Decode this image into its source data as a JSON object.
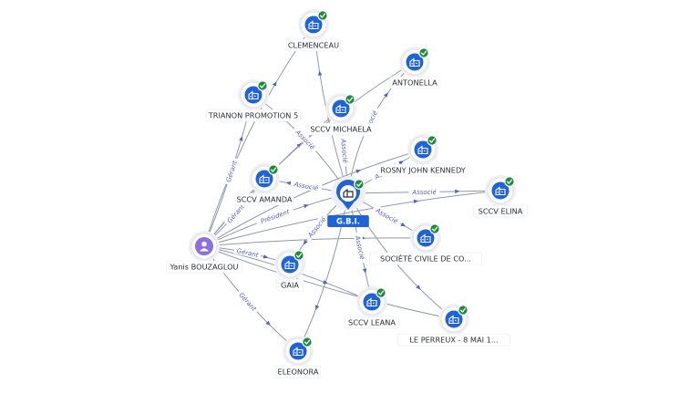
{
  "center": {
    "id": "gbi",
    "label": "G.B.I."
  },
  "nodes": [
    {
      "id": "gbi",
      "label": "G.B.I.",
      "kind": "company-center",
      "verified": true
    },
    {
      "id": "clemenceau",
      "label": "CLEMENCEAU",
      "kind": "company",
      "verified": true
    },
    {
      "id": "antonella",
      "label": "ANTONELLA",
      "kind": "company",
      "verified": true
    },
    {
      "id": "trianon",
      "label": "TRIANON PROMOTION 5",
      "kind": "company",
      "verified": true
    },
    {
      "id": "michaela",
      "label": "SCCV MICHAELA",
      "kind": "company",
      "verified": true
    },
    {
      "id": "rosny",
      "label": "ROSNY JOHN KENNEDY",
      "kind": "company",
      "verified": true
    },
    {
      "id": "amanda",
      "label": "SCCV AMANDA",
      "kind": "company",
      "verified": true
    },
    {
      "id": "elina",
      "label": "SCCV ELINA",
      "kind": "company",
      "verified": true
    },
    {
      "id": "civile",
      "label": "SOCIÉTÉ CIVILE DE CO...",
      "kind": "company",
      "verified": true
    },
    {
      "id": "yanis",
      "label": "Yanis BOUZAGLOU",
      "kind": "person",
      "verified": false
    },
    {
      "id": "gaia",
      "label": "GAIA",
      "kind": "company",
      "verified": true
    },
    {
      "id": "leana",
      "label": "SCCV LEANA",
      "kind": "company",
      "verified": true
    },
    {
      "id": "perreux",
      "label": "LE PERREUX - 8 MAI 1...",
      "kind": "company",
      "verified": true
    },
    {
      "id": "eleonora",
      "label": "ELEONORA",
      "kind": "company",
      "verified": true
    }
  ],
  "edges": [
    {
      "from": "gbi",
      "to": "michaela",
      "label": "Associé"
    },
    {
      "from": "gbi",
      "to": "rosny",
      "label": "Associé"
    },
    {
      "from": "gbi",
      "to": "elina",
      "label": "Associé"
    },
    {
      "from": "gbi",
      "to": "civile",
      "label": "Associé"
    },
    {
      "from": "gbi",
      "to": "leana",
      "label": "Associé"
    },
    {
      "from": "gbi",
      "to": "amanda",
      "label": "Associé"
    },
    {
      "from": "gbi",
      "to": "gaia",
      "label": "Associé"
    },
    {
      "from": "gbi",
      "to": "antonella",
      "label": "Associé"
    },
    {
      "from": "gbi",
      "to": "clemenceau",
      "label": ""
    },
    {
      "from": "gbi",
      "to": "trianon",
      "label": "Associé"
    },
    {
      "from": "gbi",
      "to": "perreux",
      "label": ""
    },
    {
      "from": "gbi",
      "to": "eleonora",
      "label": ""
    },
    {
      "from": "yanis",
      "to": "gbi",
      "label": "Président"
    },
    {
      "from": "yanis",
      "to": "trianon",
      "label": "Gérant"
    },
    {
      "from": "yanis",
      "to": "amanda",
      "label": "Gérant"
    },
    {
      "from": "yanis",
      "to": "gaia",
      "label": "Gérant"
    },
    {
      "from": "yanis",
      "to": "eleonora",
      "label": "Gérant"
    },
    {
      "from": "yanis",
      "to": "leana",
      "label": "Gérant"
    },
    {
      "from": "yanis",
      "to": "michaela",
      "label": "Gérant"
    },
    {
      "from": "yanis",
      "to": "elina",
      "label": ""
    },
    {
      "from": "yanis",
      "to": "civile",
      "label": ""
    },
    {
      "from": "yanis",
      "to": "rosny",
      "label": ""
    },
    {
      "from": "yanis",
      "to": "perreux",
      "label": ""
    },
    {
      "from": "yanis",
      "to": "antonella",
      "label": ""
    },
    {
      "from": "yanis",
      "to": "clemenceau",
      "label": ""
    }
  ],
  "colors": {
    "company_node": "#1f63d8",
    "person_node": "#8c6ee0",
    "verified_badge": "#1f8a3c",
    "edge": "#8f97aa",
    "edge_label": "#5560b8"
  },
  "icons": {
    "company": "building-icon",
    "person": "person-icon",
    "verified": "check-badge-icon",
    "center": "map-pin-icon"
  }
}
